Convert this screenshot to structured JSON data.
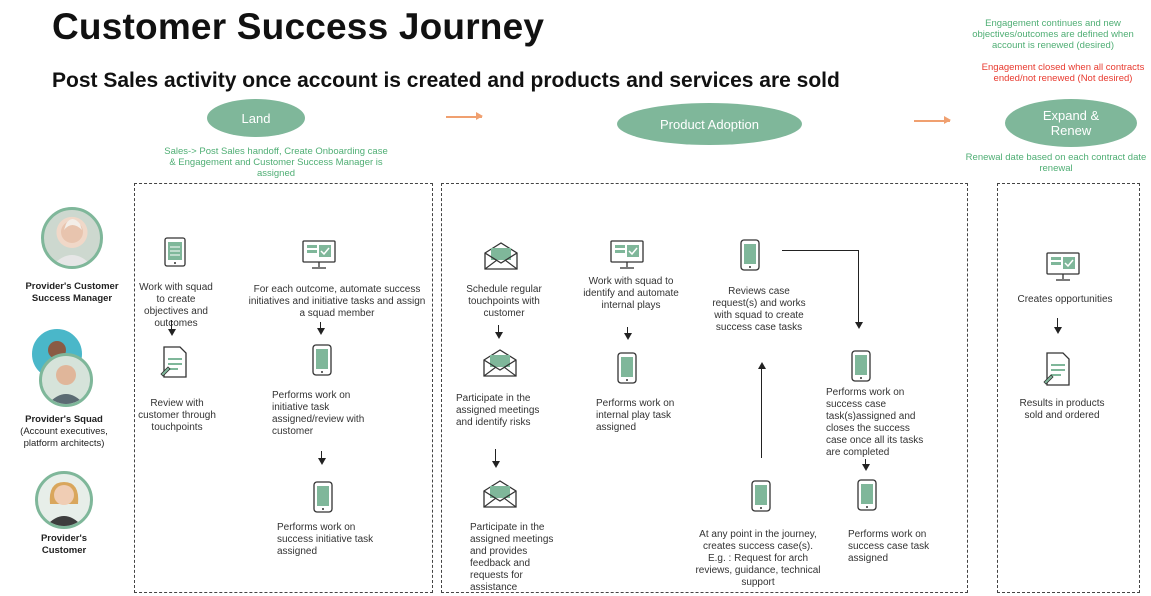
{
  "header": {
    "title": "Customer Success Journey",
    "subtitle": "Post Sales activity once account is created and products and services are sold"
  },
  "phases": {
    "land": "Land",
    "adoption": "Product Adoption",
    "expand": "Expand & Renew"
  },
  "notes": {
    "land_note": "Sales-> Post Sales handoff, Create Onboarding case & Engagement and Customer Success Manager is assigned",
    "expand_note": "Renewal date based on each contract date renewal",
    "green_top": "Engagement continues and new objectives/outcomes are defined  when account is  renewed (desired)",
    "red_top": "Engagement closed when all contracts ended/not renewed (Not desired)"
  },
  "roles": {
    "csm": "Provider's Customer Success Manager",
    "squad_title": "Provider's Squad",
    "squad_detail": "(Account executives, platform architects)",
    "customer": "Provider's Customer"
  },
  "steps": {
    "s1": "Work with squad to create objectives and outcomes",
    "s2": "Review with customer through touchpoints",
    "s3": "For each outcome, automate success initiatives and initiative tasks and assign a squad member",
    "s4": "Performs work on initiative task assigned/review with customer",
    "s5": "Performs work on success initiative task assigned",
    "s6": "Schedule regular touchpoints with customer",
    "s7": "Participate in the assigned meetings and identify risks",
    "s8": "Participate in the assigned meetings and provides feedback and requests for assistance",
    "s9": "Work with squad to identify  and automate internal plays",
    "s10": "Performs work on internal play task assigned",
    "s11": "Reviews case request(s) and works with squad to create success case tasks",
    "s12": "Performs work on success case task(s)assigned and closes the success case once all its tasks are completed",
    "s13": "Performs work on success case task assigned",
    "s14": "At any point in the journey, creates  success case(s). E.g. : Request for arch reviews, guidance, technical support",
    "s15": "Creates opportunities",
    "s16": "Results in products sold and ordered"
  },
  "colors": {
    "accent": "#7fb79a",
    "green_text": "#4fae74",
    "red_text": "#e83a2f",
    "arrow": "#f0a070"
  }
}
